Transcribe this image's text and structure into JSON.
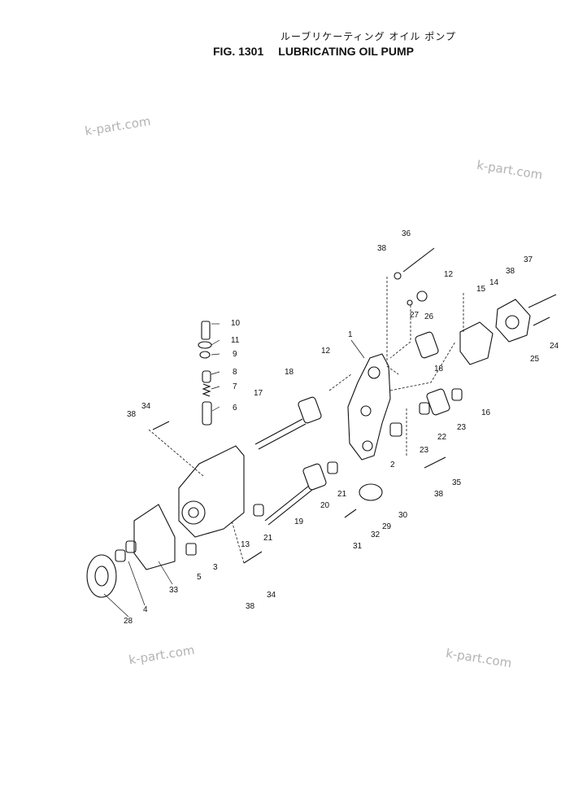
{
  "title": {
    "japanese": "ルーブリケーティング オイル ポンプ",
    "fig": "FIG. 1301",
    "name": "LUBRICATING OIL PUMP"
  },
  "watermark": "k-part.com",
  "callouts": [
    "1",
    "2",
    "3",
    "4",
    "5",
    "6",
    "7",
    "8",
    "9",
    "10",
    "11",
    "12",
    "12",
    "13",
    "14",
    "15",
    "16",
    "17",
    "18",
    "18",
    "19",
    "20",
    "21",
    "21",
    "22",
    "23",
    "23",
    "24",
    "25",
    "26",
    "27",
    "28",
    "29",
    "30",
    "31",
    "32",
    "33",
    "34",
    "34",
    "35",
    "36",
    "37",
    "38",
    "38",
    "38",
    "38",
    "38"
  ]
}
